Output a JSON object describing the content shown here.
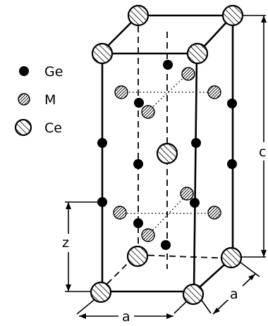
{
  "legend": {
    "items": [
      {
        "key": "ge",
        "label": "Ge",
        "icon": "filled-black-circle"
      },
      {
        "key": "m",
        "label": "M",
        "icon": "cross-hatched-circle"
      },
      {
        "key": "ce",
        "label": "Ce",
        "icon": "diagonal-hatched-circle"
      }
    ]
  },
  "dimensions": {
    "c_label": "c",
    "z_label": "z",
    "a_front_label": "a",
    "a_side_label": "a"
  },
  "colors": {
    "ink": "#000000",
    "background": "#ffffff"
  }
}
